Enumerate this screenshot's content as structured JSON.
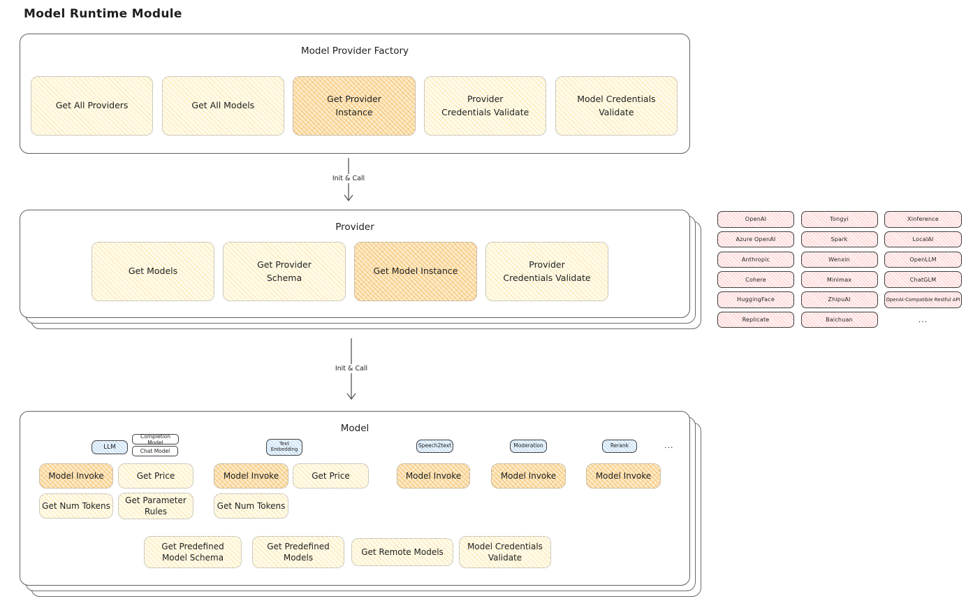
{
  "page": {
    "title": "Model Runtime Module"
  },
  "factory": {
    "title": "Model Provider Factory",
    "items": [
      {
        "label": "Get All Providers",
        "highlighted": false
      },
      {
        "label": "Get All Models",
        "highlighted": false
      },
      {
        "label": "Get Provider Instance",
        "highlighted": true
      },
      {
        "label": "Provider Credentials Validate",
        "highlighted": false
      },
      {
        "label": "Model Credentials Validate",
        "highlighted": false
      }
    ]
  },
  "arrows": [
    {
      "label": "Init & Call"
    },
    {
      "label": "Init & Call"
    }
  ],
  "provider": {
    "title": "Provider",
    "items": [
      {
        "label": "Get Models",
        "highlighted": false
      },
      {
        "label": "Get Provider Schema",
        "highlighted": false
      },
      {
        "label": "Get Model Instance",
        "highlighted": true
      },
      {
        "label": "Provider Credentials Validate",
        "highlighted": false
      }
    ]
  },
  "provider_grid": {
    "items": [
      "OpenAI",
      "Tongyi",
      "Xinference",
      "Azure OpenAI",
      "Spark",
      "LocalAI",
      "Anthropic",
      "Wenxin",
      "OpenLLM",
      "Cohere",
      "Minimax",
      "ChatGLM",
      "HuggingFace",
      "ZhipuAI",
      "OpenAI-Compatible Restful API",
      "Replicate",
      "Baichuan",
      "..."
    ]
  },
  "model": {
    "title": "Model",
    "more_label": "...",
    "tags": {
      "llm": "LLM",
      "completion_model": "Completion Model",
      "chat_model": "Chat Model",
      "text_embedding": "Text Embedding",
      "speech2text": "Speech2text",
      "moderation": "Moderation",
      "rerank": "Rerank"
    },
    "ops": {
      "llm": [
        "Model Invoke",
        "Get Price",
        "Get Num Tokens",
        "Get Parameter Rules"
      ],
      "text_embedding": [
        "Model Invoke",
        "Get Price",
        "Get Num Tokens"
      ],
      "speech2text": [
        "Model Invoke"
      ],
      "moderation": [
        "Model Invoke"
      ],
      "rerank": [
        "Model Invoke"
      ]
    },
    "footer": [
      "Get Predefined Model Schema",
      "Get Predefined Models",
      "Get Remote Models",
      "Model Credentials Validate"
    ]
  }
}
